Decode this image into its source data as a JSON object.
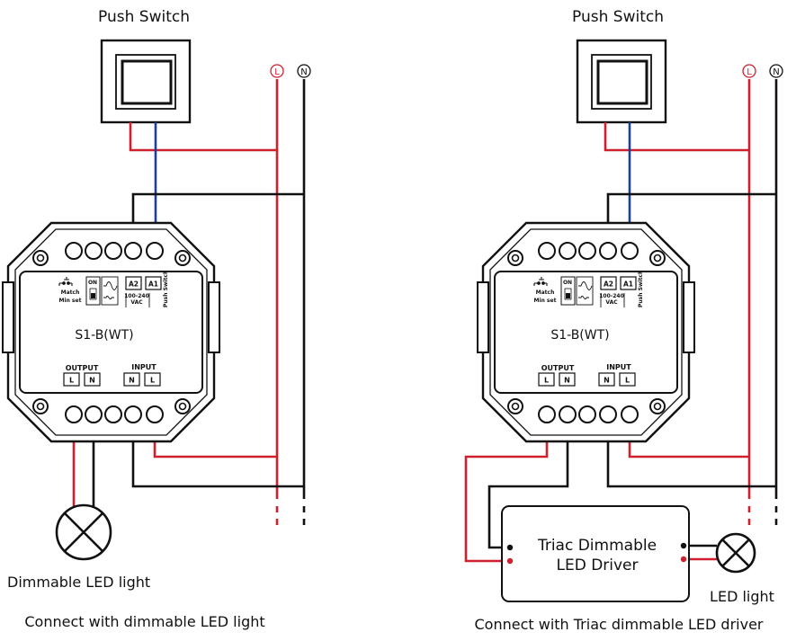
{
  "colors": {
    "line": "#d0202e",
    "neutral": "#111111",
    "switch_wire": "#1f3e9a"
  },
  "left": {
    "switch_label": "Push Switch",
    "bus_l": "L",
    "bus_n": "N",
    "model": "S1-B(WT)",
    "match_label": "Match",
    "min_set_label": "Min set",
    "on_label": "ON",
    "a2_label": "A2",
    "a1_label": "A1",
    "vac_label": "100-240",
    "vac_unit": "VAC",
    "push_switch_vertical": "Push Switch",
    "output_label": "OUTPUT",
    "input_label": "INPUT",
    "out_l": "L",
    "out_n": "N",
    "in_n": "N",
    "in_l": "L",
    "load_label": "Dimmable LED light",
    "caption": "Connect with dimmable LED light"
  },
  "right": {
    "switch_label": "Push Switch",
    "bus_l": "L",
    "bus_n": "N",
    "model": "S1-B(WT)",
    "match_label": "Match",
    "min_set_label": "Min set",
    "on_label": "ON",
    "a2_label": "A2",
    "a1_label": "A1",
    "vac_label": "100-240",
    "vac_unit": "VAC",
    "push_switch_vertical": "Push Switch",
    "output_label": "OUTPUT",
    "input_label": "INPUT",
    "out_l": "L",
    "out_n": "N",
    "in_n": "N",
    "in_l": "L",
    "driver_line1": "Triac Dimmable",
    "driver_line2": "LED Driver",
    "load_label": "LED light",
    "caption": "Connect with Triac dimmable LED driver"
  }
}
